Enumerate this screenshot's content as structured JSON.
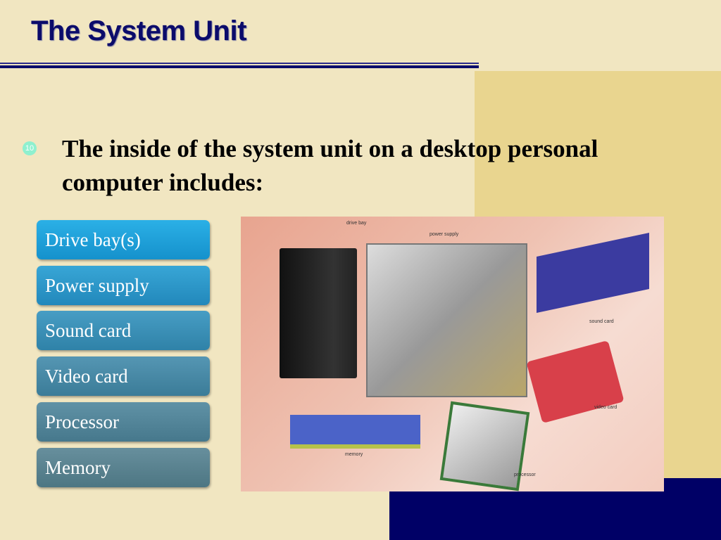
{
  "slide": {
    "title": "The System Unit",
    "bullet_icon": "numbered-circle-10",
    "bullet_number": "10",
    "lead_text": "The inside of the system unit on a desktop personal computer includes:",
    "items": [
      {
        "label": "Drive bay(s)",
        "color": "#1ba0da"
      },
      {
        "label": "Power supply",
        "color": "#2a97c9"
      },
      {
        "label": "Sound card",
        "color": "#3a8fb7"
      },
      {
        "label": "Video card",
        "color": "#4789a8"
      },
      {
        "label": "Processor",
        "color": "#53869c"
      },
      {
        "label": "Memory",
        "color": "#5b8493"
      }
    ]
  },
  "figure": {
    "labels": {
      "drive_bay": "drive bay",
      "power_supply": "power supply",
      "sound_card": "sound card",
      "video_card": "video card",
      "memory": "memory",
      "processor": "processor"
    }
  },
  "colors": {
    "background": "#f1e6c1",
    "accent_gold": "#e9d58f",
    "navy": "#000066",
    "title": "#0b0b6b"
  }
}
